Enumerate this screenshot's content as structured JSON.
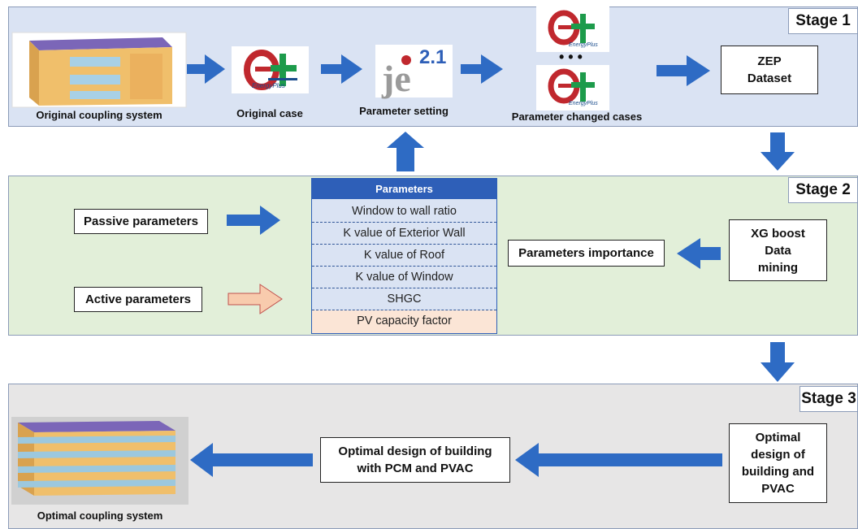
{
  "stages": {
    "stage1": "Stage 1",
    "stage2": "Stage 2",
    "stage3": "Stage 3"
  },
  "stage1": {
    "original_system_caption": "Original coupling system",
    "original_case_caption": "Original case",
    "parameter_setting_caption": "Parameter setting",
    "changed_cases_caption": "Parameter changed cases",
    "energyplus_logo_text": "EnergyPlus",
    "jeplus_version": "2.1",
    "dots": "• • •",
    "dataset_line1": "ZEP",
    "dataset_line2": "Dataset"
  },
  "stage2": {
    "passive_parameters": "Passive parameters",
    "active_parameters": "Active parameters",
    "parameters_header": "Parameters",
    "parameters": [
      "Window to wall ratio",
      "K value of Exterior Wall",
      "K value of Roof",
      "K value of Window",
      "SHGC",
      "PV capacity factor"
    ],
    "importance": "Parameters importance",
    "xgboost_line1": "XG boost",
    "xgboost_line2": "Data",
    "xgboost_line3": "mining"
  },
  "stage3": {
    "optimal_design_line1": "Optimal",
    "optimal_design_line2": "design of",
    "optimal_design_line3": "building and",
    "optimal_design_line4": "PVAC",
    "pcm_line1": "Optimal design of building",
    "pcm_line2": "with PCM and PVAC",
    "optimal_system_caption": "Optimal coupling system"
  },
  "colors": {
    "stage1_bg": "#dae3f3",
    "stage2_bg": "#e2efd9",
    "stage3_bg": "#e7e6e6",
    "arrow_blue": "#2e6bc4",
    "arrow_peach": "#f8cbad",
    "param_header": "#2e5fb8",
    "param_body": "#dae3f3",
    "pv_row": "#fbe5d6"
  }
}
